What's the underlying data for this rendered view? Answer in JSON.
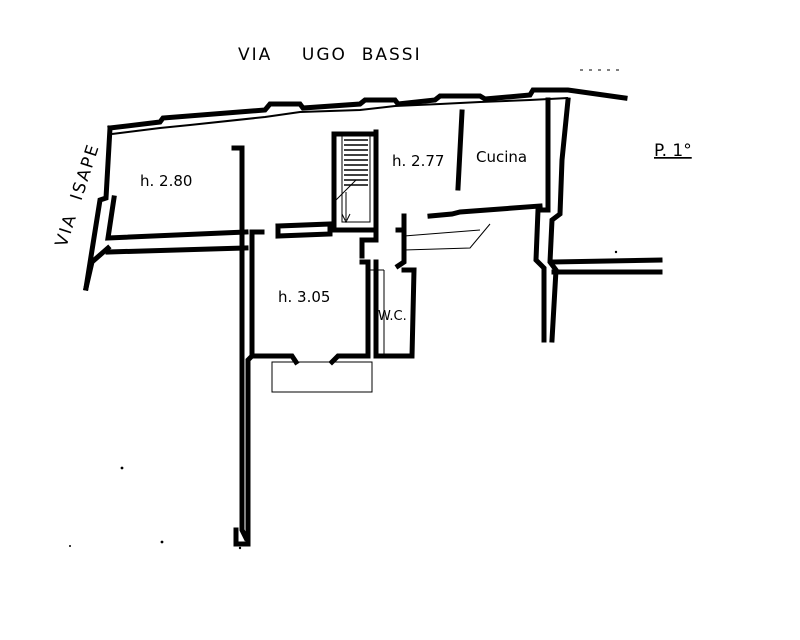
{
  "streets": {
    "top": "VIA    UGO  BASSI",
    "left": "VIA  ISAPE"
  },
  "floor_label": "P. 1°",
  "rooms": {
    "west": "h. 2.80",
    "north": "h. 2.77",
    "kitchen": "Cucina",
    "center": "h. 3.05",
    "wc": "W.C."
  },
  "colors": {
    "ink": "#000000",
    "paper": "#ffffff"
  }
}
